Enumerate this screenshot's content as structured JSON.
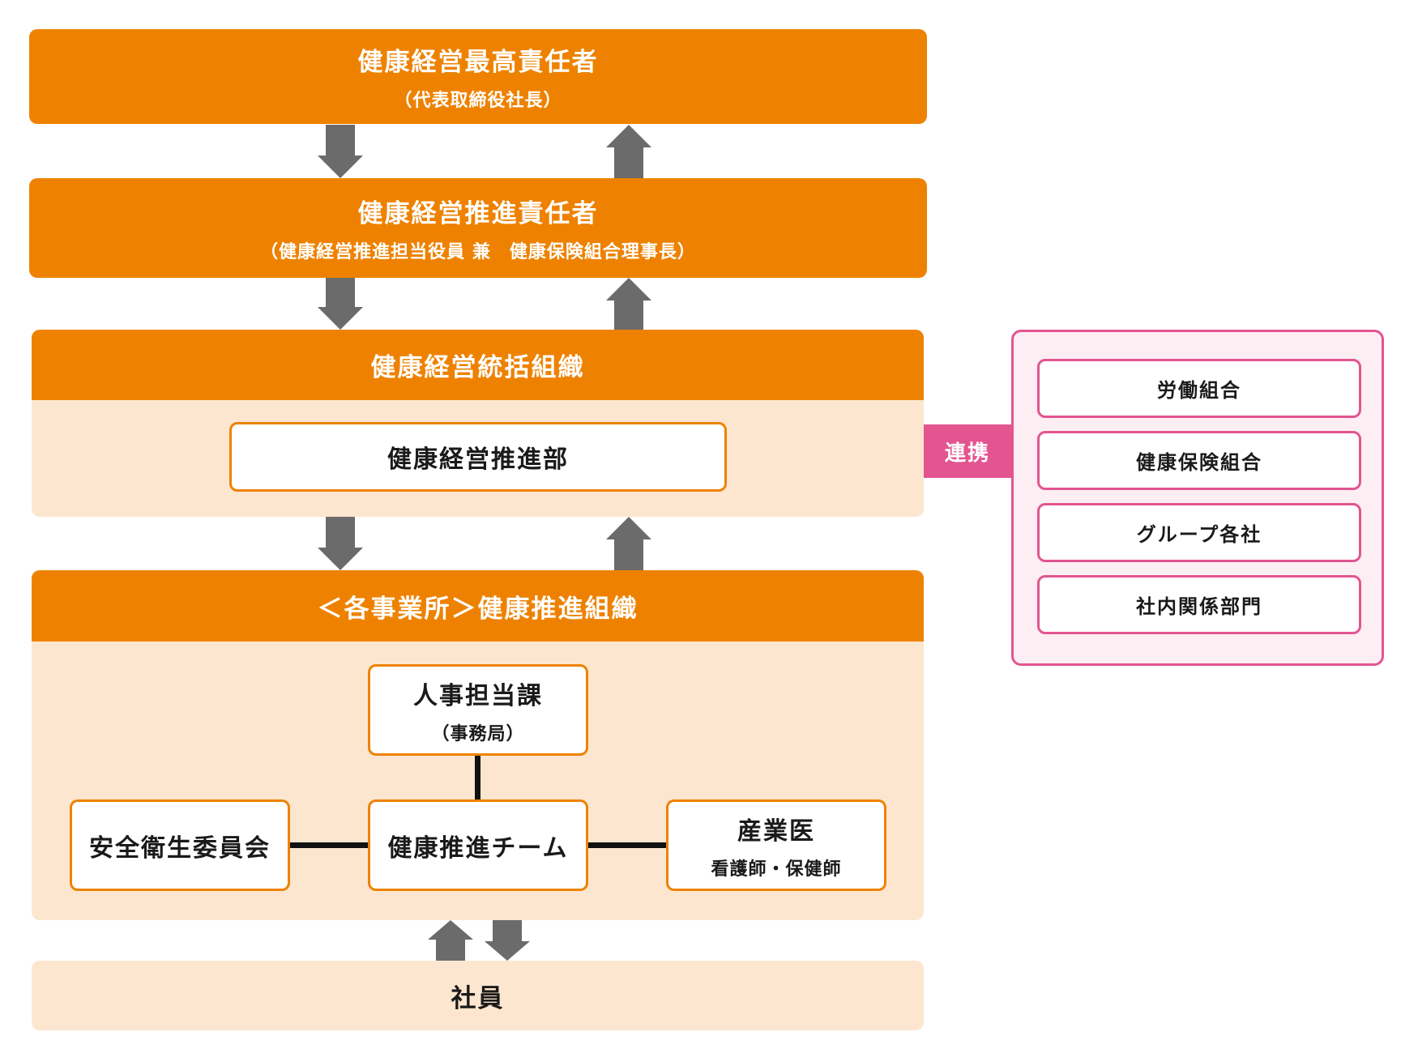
{
  "top": {
    "title": "健康経営最高責任者",
    "subtitle": "（代表取締役社長）"
  },
  "second": {
    "title": "健康経営推進責任者",
    "subtitle": "（健康経営推進担当役員 兼　健康保険組合理事長）"
  },
  "org": {
    "title": "健康経営統括組織",
    "dept": "健康経営推進部"
  },
  "site": {
    "title": "＜各事業所＞健康推進組織",
    "hr": {
      "title": "人事担当課",
      "subtitle": "（事務局）"
    },
    "committee": "安全衛生委員会",
    "team": "健康推進チーム",
    "medical": {
      "title": "産業医",
      "subtitle": "看護師・保健師"
    }
  },
  "employees": "社員",
  "collab": {
    "label": "連携",
    "items": [
      "労働組合",
      "健康保険組合",
      "グループ各社",
      "社内関係部門"
    ]
  },
  "colors": {
    "orange": "#ee8200",
    "peach": "#fde6cf",
    "pink": "#e35590",
    "pink_bg": "#fdeef3",
    "arrow": "#6b6b6b"
  }
}
